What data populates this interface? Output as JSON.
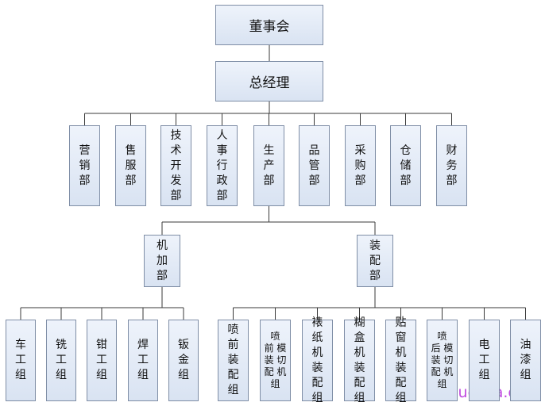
{
  "board": "董事会",
  "gm": "总经理",
  "departments": [
    {
      "key": "sales",
      "label": "营\n销\n部"
    },
    {
      "key": "aftersales",
      "label": "售\n服\n部"
    },
    {
      "key": "tech",
      "label": "技\n术\n开\n发\n部"
    },
    {
      "key": "hr",
      "label": "人\n事\n行\n政\n部"
    },
    {
      "key": "production",
      "label": "生\n产\n部"
    },
    {
      "key": "quality",
      "label": "品\n管\n部"
    },
    {
      "key": "purchasing",
      "label": "采\n购\n部"
    },
    {
      "key": "warehouse",
      "label": "仓\n储\n部"
    },
    {
      "key": "finance",
      "label": "财\n务\n部"
    }
  ],
  "sub_units": [
    {
      "key": "machining",
      "label": "机\n加\n部"
    },
    {
      "key": "assembly",
      "label": "装\n配\n部"
    }
  ],
  "machining_groups": [
    {
      "key": "lathe",
      "label": "车\n工\n组"
    },
    {
      "key": "milling",
      "label": "铣\n工\n组"
    },
    {
      "key": "fitter",
      "label": "钳\n工\n组"
    },
    {
      "key": "welding",
      "label": "焊\n工\n组"
    },
    {
      "key": "sheetmetal",
      "label": "钣\n金\n组"
    }
  ],
  "assembly_groups": [
    {
      "key": "front-spray",
      "label": "喷\n前\n装\n配\n组"
    },
    {
      "key": "front-spray-diecut",
      "label": "喷\n前 模\n装 切\n配 机\n组"
    },
    {
      "key": "mounting",
      "label": "裱\n纸\n机\n装\n配\n组"
    },
    {
      "key": "box-gluer",
      "label": "糊\n盒\n机\n装\n配\n组"
    },
    {
      "key": "window-patch",
      "label": "贴\n窗\n机\n装\n配\n组"
    },
    {
      "key": "rear-spray-diecut",
      "label": "喷\n后 模\n装 切\n配 机\n组"
    },
    {
      "key": "electrical",
      "label": "电\n工\n组"
    },
    {
      "key": "painting",
      "label": "油\n漆\n组"
    }
  ],
  "watermark": "xuexila.com",
  "colors": {
    "line": "#3a3a3a",
    "border": "#7f8ea6",
    "fill_top": "#eef3fb",
    "fill_bottom": "#d9e3f2",
    "watermark": "#c04be0"
  }
}
